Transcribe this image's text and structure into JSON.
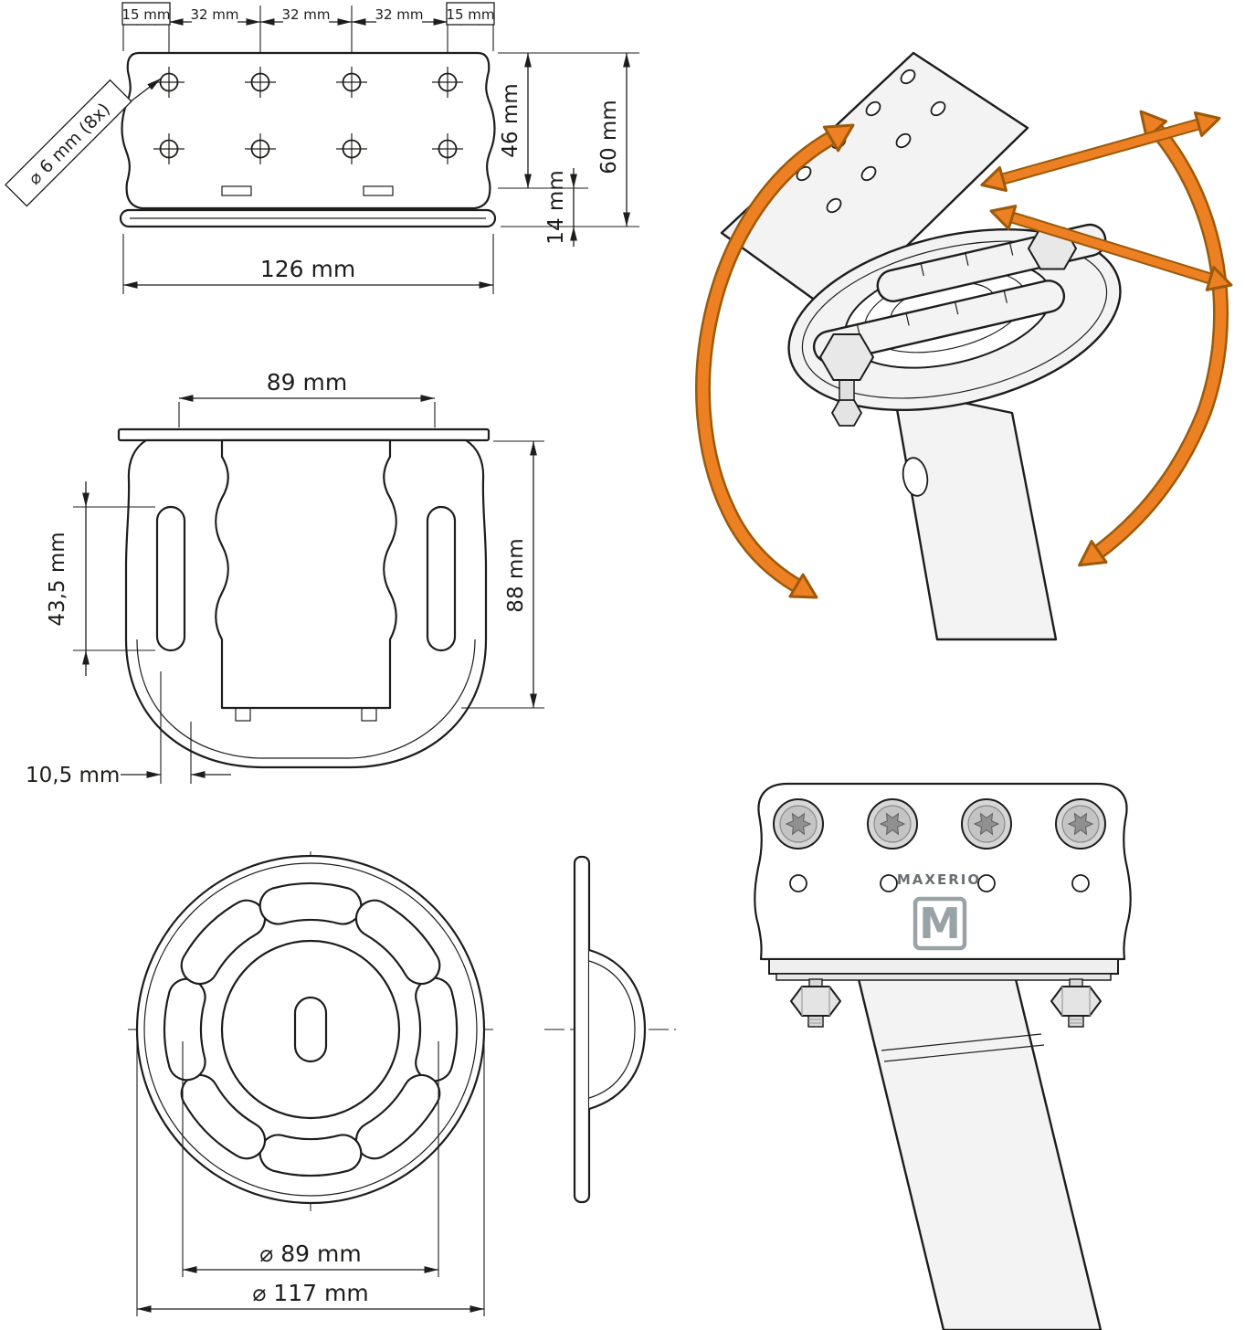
{
  "colors": {
    "line": "#1d1d1b",
    "accent_orange": "#ed8022",
    "accent_orange_dark": "#9c5a0a",
    "metal_fill": "#f3f3f3",
    "screw_gray": "#909090",
    "logo_gray": "#99a2a6"
  },
  "top_view": {
    "pitch_dims": [
      "15 mm",
      "32 mm",
      "32 mm",
      "32 mm",
      "15 mm"
    ],
    "hole_callout": "⌀ 6 mm (8x)",
    "dim_46": "46 mm",
    "dim_14": "14 mm",
    "dim_60": "60 mm",
    "dim_126": "126 mm"
  },
  "front_view": {
    "dim_89": "89 mm",
    "dim_43_5": "43,5 mm",
    "dim_88": "88 mm",
    "dim_10_5": "10,5 mm"
  },
  "plate_view": {
    "dim_d89": "⌀ 89 mm",
    "dim_d117": "⌀ 117 mm"
  },
  "product": {
    "brand": "MAXERIO",
    "logo_letter": "M"
  }
}
